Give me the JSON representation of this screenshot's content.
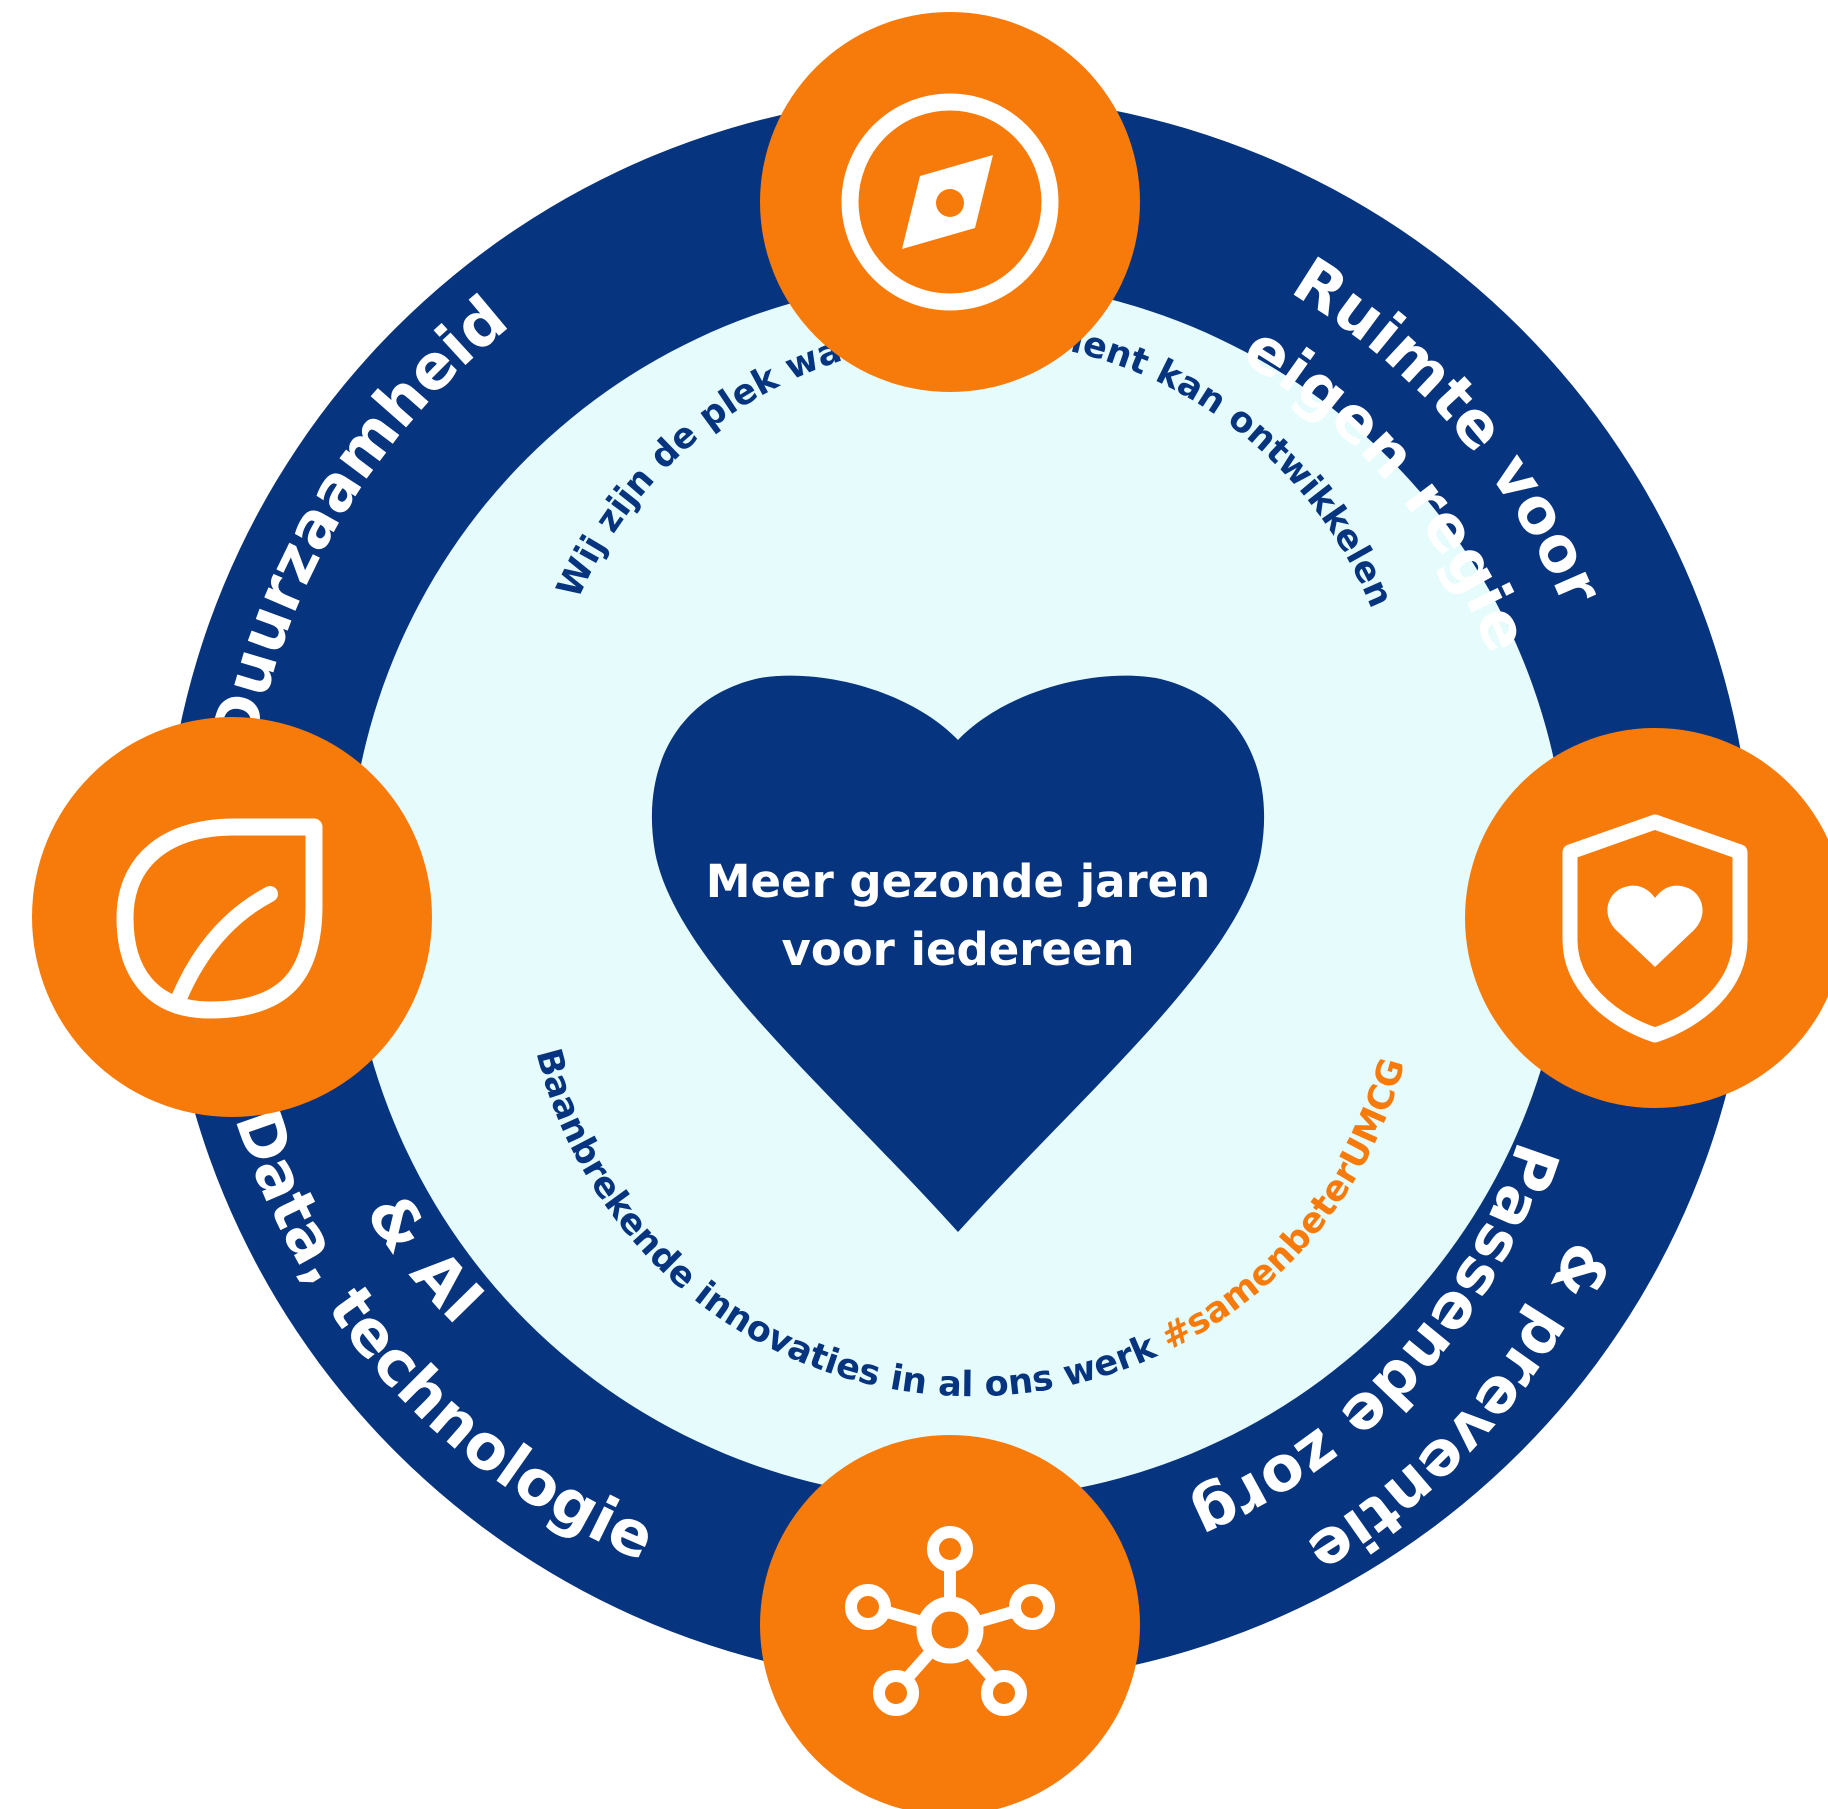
{
  "colors": {
    "navy": "#06347f",
    "orange": "#f77b0b",
    "light": "#e5fbfc",
    "white": "#ffffff"
  },
  "center": {
    "line1": "Meer gezonde jaren",
    "line2": "voor iedereen"
  },
  "inner_ring": {
    "top_text": "Wij zijn de plek waar ieders talent kan ontwikkelen",
    "bottom_text": "Baanbrekende innovaties in al ons werk ",
    "hashtag": "#samenbeterUMCG"
  },
  "pillars": {
    "duurzaamheid": "Duurzaamheid",
    "ruimte_line1": "Ruimte voor",
    "ruimte_line2": "eigen regie",
    "passende_line1": "Passende zorg",
    "passende_line2": "& preventie",
    "data_line1": "Data, technologie",
    "data_line2": "& AI"
  },
  "icons": {
    "top": "compass-icon",
    "left": "leaf-icon",
    "right": "shield-heart-icon",
    "bottom": "network-icon"
  }
}
